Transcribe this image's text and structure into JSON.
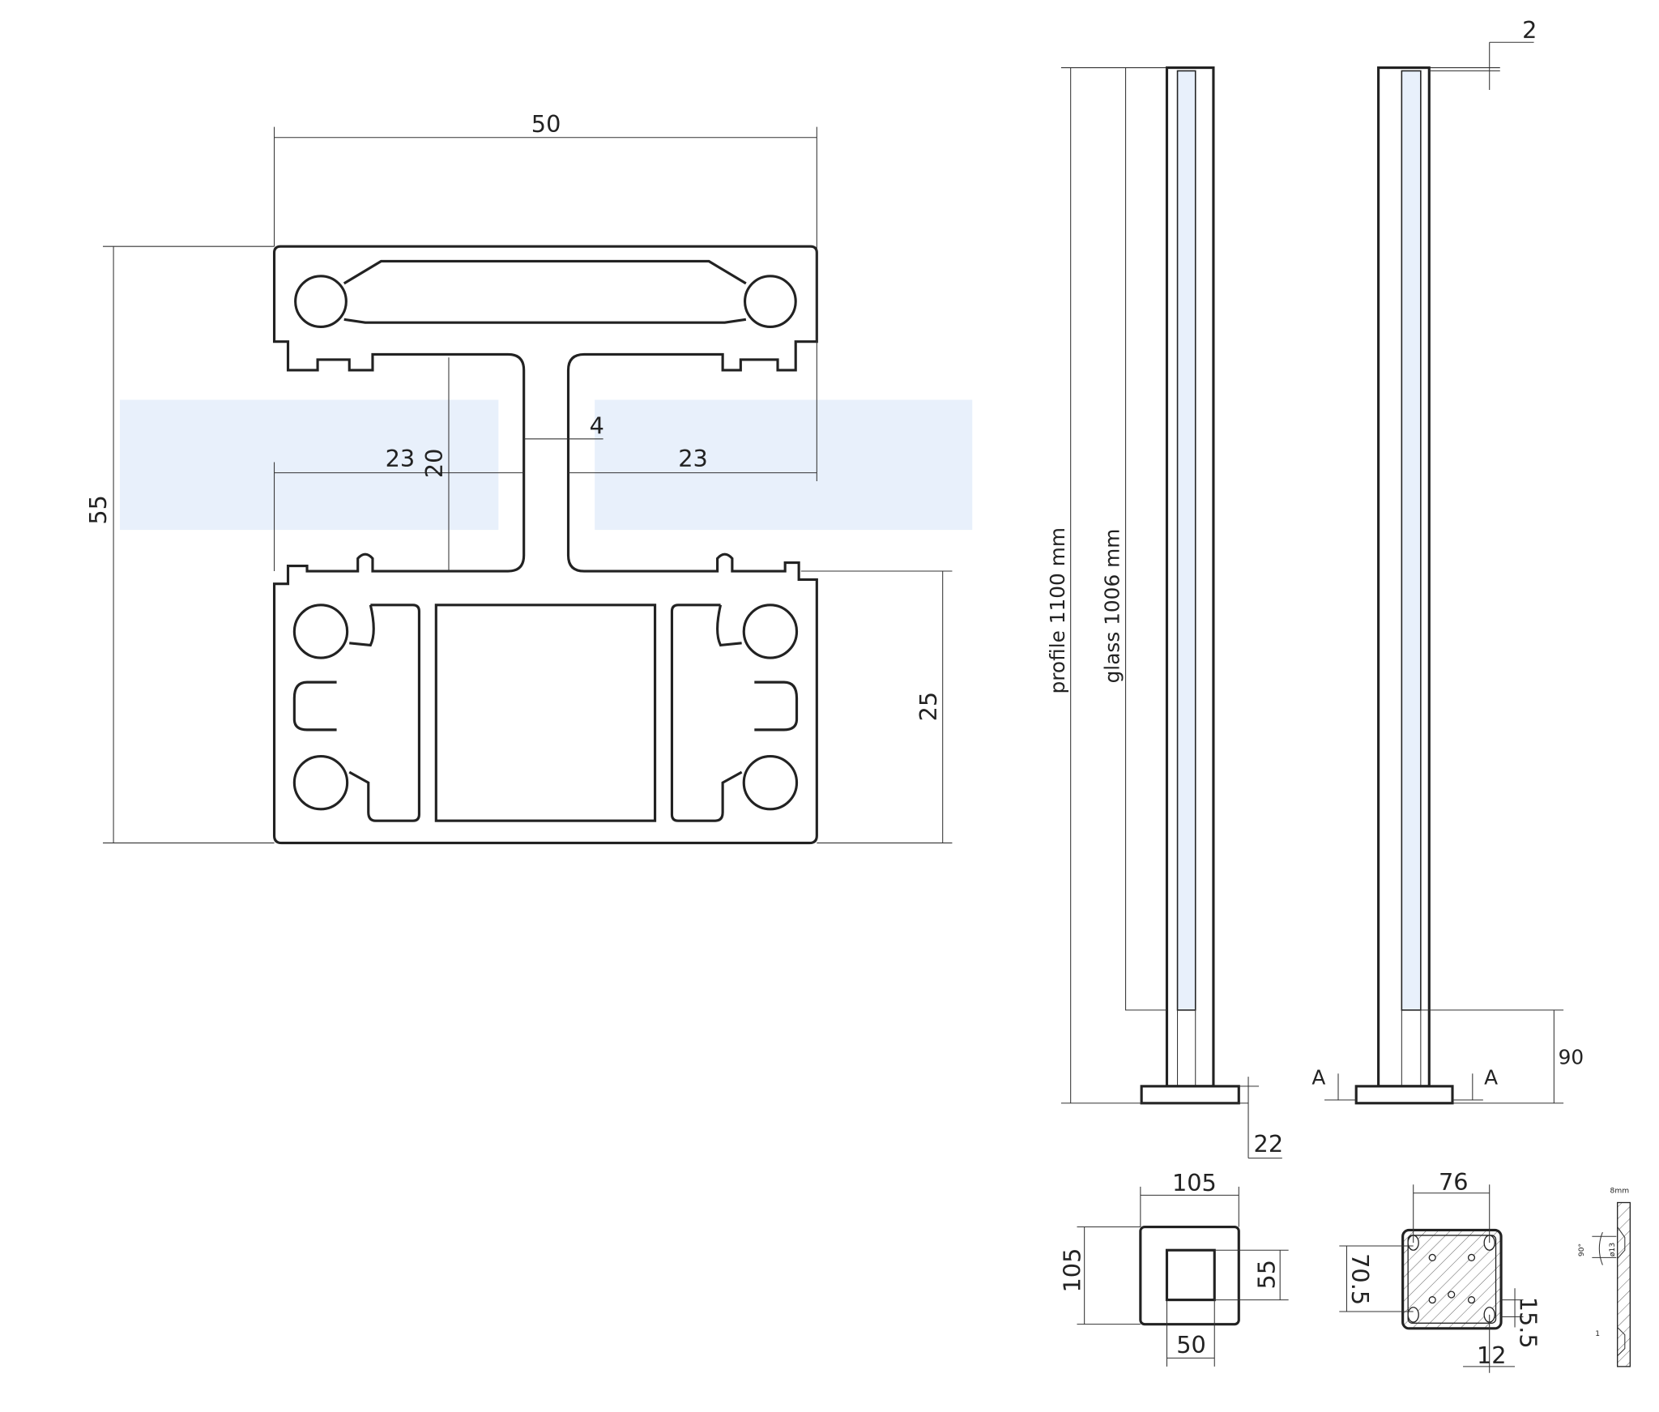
{
  "section": {
    "width": "50",
    "height": "55",
    "left_gap": "23",
    "right_gap": "23",
    "glass_depth": "20",
    "web": "4",
    "lower_height": "25"
  },
  "elevation": {
    "profile_label": "profile   1100 mm",
    "glass_label": "glass   1006 mm",
    "base_height": "22",
    "top_gap": "2",
    "bottom_offset": "90",
    "section_mark_left": "A",
    "section_mark_right": "A"
  },
  "base_plan": {
    "width": "105",
    "height": "105",
    "inner_w": "50",
    "inner_h": "55"
  },
  "plate_plan": {
    "hole_spacing": "76",
    "vertical": "70.5",
    "edge_offset": "15.5",
    "edge_x": "12"
  },
  "detail": {
    "thickness": "8mm",
    "angle": "90°",
    "diameter": "ø13",
    "offset": "1"
  },
  "colors": {
    "glass": "#e8f0fb",
    "line": "#222222"
  }
}
